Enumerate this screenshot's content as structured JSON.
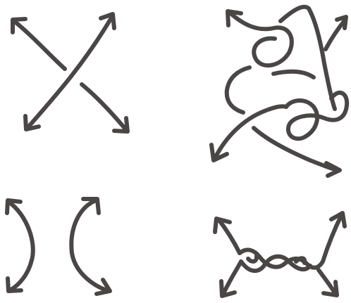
{
  "colors": {
    "ink": "#4a4646",
    "background": "#ffffff"
  },
  "panels": [
    {
      "name": "crossing",
      "description_position": "top-left"
    },
    {
      "name": "complex-tangle",
      "description_position": "top-right"
    },
    {
      "name": "uncrossed-arcs",
      "description_position": "bottom-left"
    },
    {
      "name": "twisted-strands",
      "description_position": "bottom-right"
    }
  ]
}
